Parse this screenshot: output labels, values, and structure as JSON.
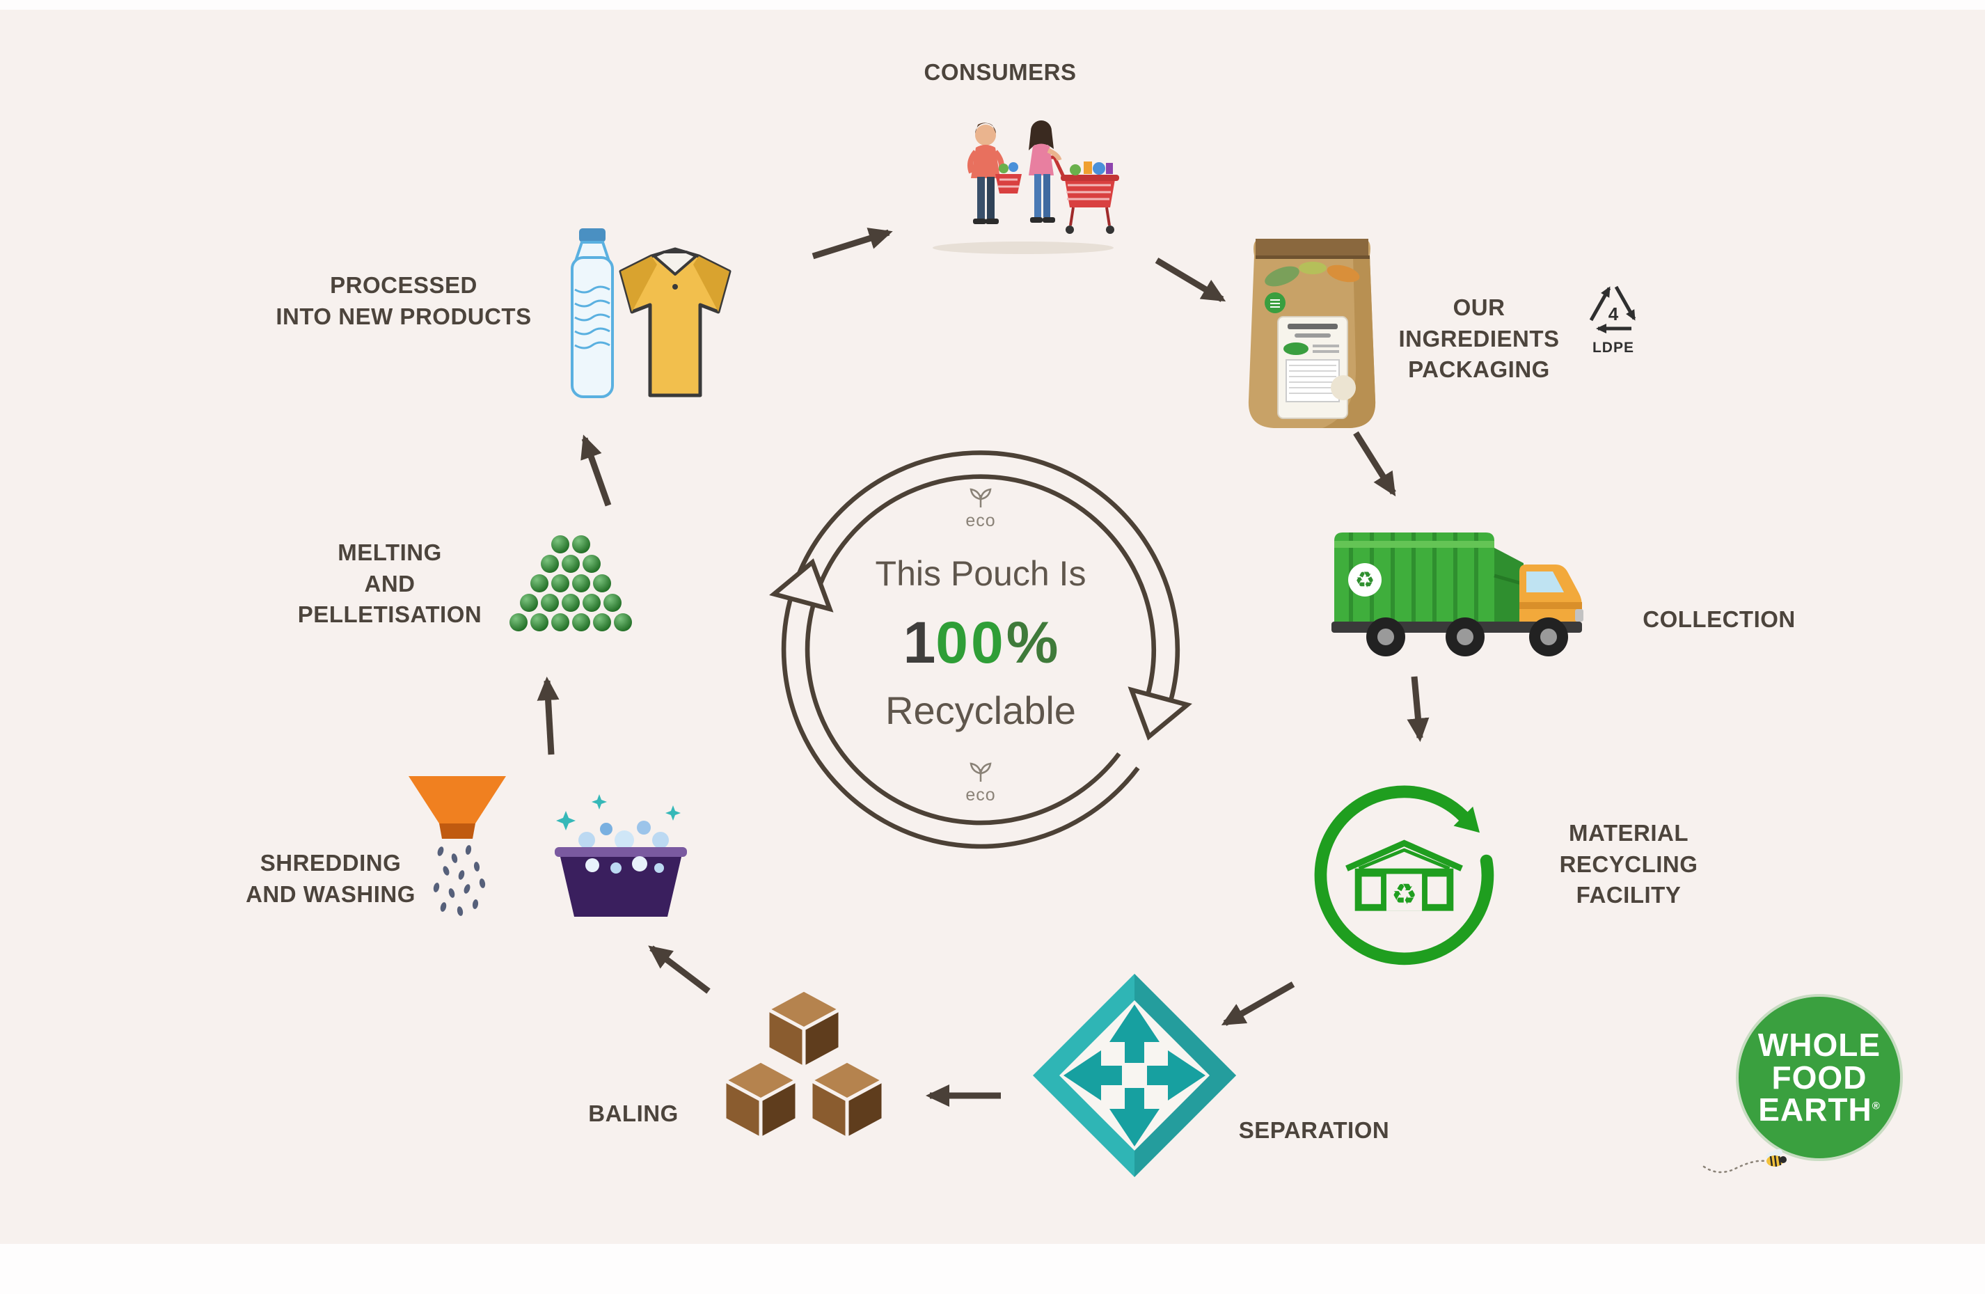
{
  "center": {
    "eco_top": "eco",
    "eco_bottom": "eco",
    "line1": "This Pouch Is",
    "percent": {
      "one": "1",
      "zeros": "00",
      "sign": "%"
    },
    "line3": "Recyclable"
  },
  "steps": {
    "consumers": {
      "label": "CONSUMERS"
    },
    "packaging": {
      "line1": "OUR INGREDIENTS",
      "line2": "PACKAGING",
      "ldpe": {
        "number": "4",
        "material": "LDPE"
      }
    },
    "collection": {
      "label": "COLLECTION"
    },
    "mrf": {
      "line1": "MATERIAL",
      "line2": "RECYCLING",
      "line3": "FACILITY"
    },
    "separation": {
      "label": "SEPARATION"
    },
    "baling": {
      "label": "BALING"
    },
    "shredding": {
      "line1": "SHREDDING",
      "line2": "AND WASHING"
    },
    "melting": {
      "line1": "MELTING",
      "line2": "AND",
      "line3": "PELLETISATION"
    },
    "processed": {
      "line1": "PROCESSED",
      "line2": "INTO NEW PRODUCTS"
    }
  },
  "icons": {
    "recycle_glyph": "♻"
  },
  "logo": {
    "line1": "WHOLE",
    "line2": "FOOD",
    "line3": "EARTH",
    "registered": "®"
  },
  "colors": {
    "background": "#f7f1ee",
    "arrow": "#4a4038",
    "ring": "#4c4136",
    "green": "#2f9e37",
    "teal": "#2fb5b5",
    "label_text": "#4c443c",
    "logo_green": "#3aa03f",
    "bale_brown": "#8a5c2f",
    "funnel_orange": "#f08020",
    "shirt_yellow": "#f2bf4d"
  }
}
